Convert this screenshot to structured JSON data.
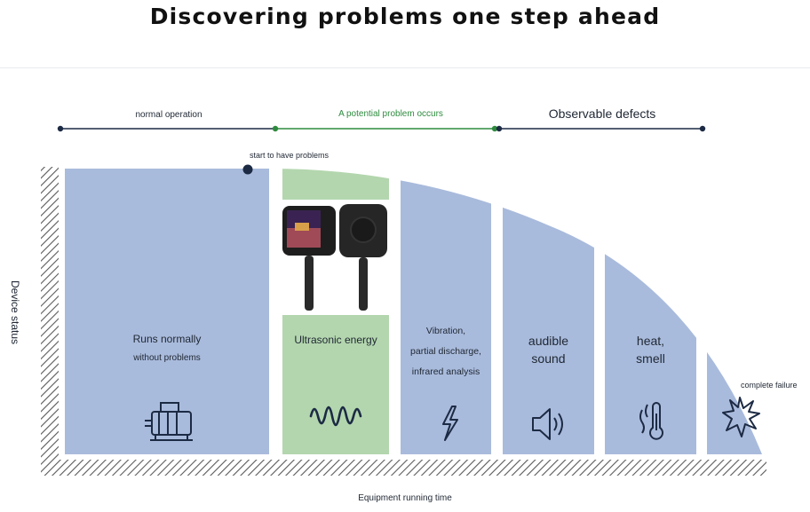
{
  "title": "Discovering problems one step ahead",
  "phases": [
    {
      "label": "normal operation"
    },
    {
      "label": "A potential problem occurs"
    },
    {
      "label": "Observable defects"
    }
  ],
  "start_note": "start to have problems",
  "failure_note": "complete failure",
  "axis": {
    "x": "Equipment running time",
    "y": "Device status"
  },
  "stages": [
    {
      "line1": "Runs normally",
      "line2": "without problems",
      "icon": "motor-icon"
    },
    {
      "line1": "Ultrasonic energy",
      "icon": "wave-icon"
    },
    {
      "line1": "Vibration,",
      "line2": "partial discharge,",
      "line3": "infrared analysis",
      "icon": "lightning-icon"
    },
    {
      "line1": "audible",
      "line2": "sound",
      "icon": "speaker-icon"
    },
    {
      "line1": "heat,",
      "line2": "smell",
      "icon": "thermometer-icon"
    },
    {
      "icon": "explosion-icon"
    }
  ],
  "colors": {
    "bar": "#a9bbdc",
    "green": "#b3d6ae",
    "green_line": "#2e8b3e",
    "dark": "#1c2a44"
  }
}
